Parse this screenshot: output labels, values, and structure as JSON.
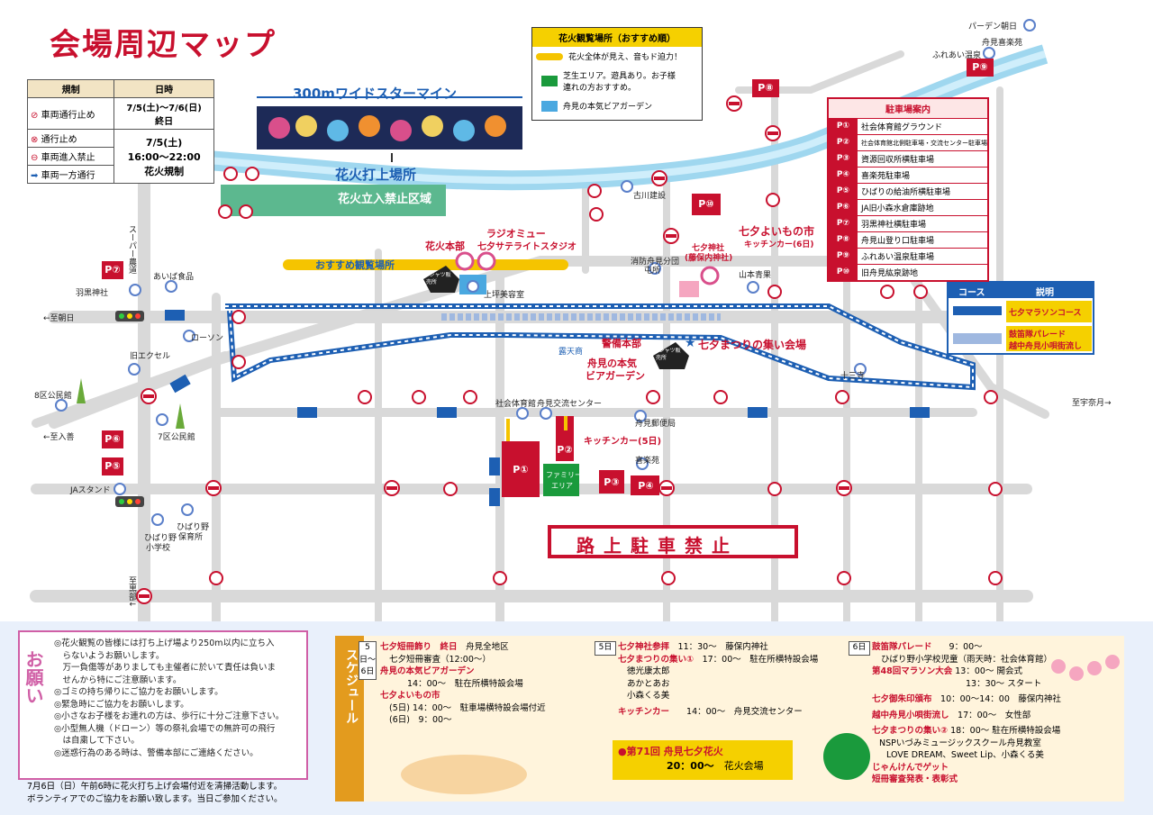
{
  "title": "会場周辺マップ",
  "legend": {
    "header_col1": "規制",
    "header_col2": "日時",
    "rows": [
      {
        "icon": "no-traffic-icon",
        "label": "車両通行止め"
      },
      {
        "icon": "road-closed-icon",
        "label": "通行止め"
      },
      {
        "icon": "no-entry-icon",
        "label": "車両進入禁止"
      },
      {
        "icon": "one-way-arrow-icon",
        "label": "車両一方通行"
      }
    ],
    "time1": "7/5(土)～7/6(日)",
    "time1b": "終日",
    "time2": "7/5(土)",
    "time2b": "16:00～22:00",
    "time2c": "花火規制"
  },
  "viewing": {
    "header": "花火観覧場所（おすすめ順）",
    "items": [
      {
        "color": "#f5c400",
        "text": "花火全体が見え、音もド迫力！"
      },
      {
        "color": "#1a9a3c",
        "text": "芝生エリア。遊具あり。お子様連れの方おすすめ。"
      },
      {
        "color": "#4aa8e0",
        "text": "舟見の本気ビアガーデン"
      }
    ]
  },
  "parking_list": {
    "header": "駐車場案内",
    "items": [
      {
        "id": "P①",
        "name": "社会体育館グラウンド"
      },
      {
        "id": "P②",
        "name": "社会体育館北側駐車場・交流センター駐車場"
      },
      {
        "id": "P③",
        "name": "資源回収所横駐車場"
      },
      {
        "id": "P④",
        "name": "喜楽苑駐車場"
      },
      {
        "id": "P⑤",
        "name": "ひばりの給油所横駐車場"
      },
      {
        "id": "P⑥",
        "name": "JA旧小森水倉庫跡地"
      },
      {
        "id": "P⑦",
        "name": "羽黒神社横駐車場"
      },
      {
        "id": "P⑧",
        "name": "舟見山登り口駐車場"
      },
      {
        "id": "P⑨",
        "name": "ふれあい温泉駐車場"
      },
      {
        "id": "P⑩",
        "name": "旧舟見紘泉跡地"
      }
    ]
  },
  "course_legend": {
    "col1": "コース",
    "col2": "説明",
    "row1": "七夕マラソンコース",
    "row2a": "鼓笛隊パレード",
    "row2b": "越中舟見小唄街流し"
  },
  "map_labels": {
    "starmine": "300mワイドスターマイン",
    "launch_site": "花火打上場所",
    "no_entry_zone": "花火立入禁止区域",
    "recommended": "おすすめ観覧場所",
    "hq": "花火本部",
    "radio": "ラジオミュー",
    "radio2": "七夕サテライトスタジオ",
    "tanabata_market": "七夕よいもの市",
    "kitchen6": "キッチンカー(6日)",
    "shrine": "七夕神社",
    "shrine2": "(藤保内神社)",
    "security_hq": "警備本部",
    "beer1": "舟見の本気",
    "beer2": "ビアガーデン",
    "gathering": "七夕まつりの集い会場",
    "kitchen5": "キッチンカー(5日)",
    "family1": "ファミリー",
    "family2": "エリア",
    "no_parking": "路上駐車禁止",
    "tshirt": "Tシャツ販売所",
    "rotenya": "露天商",
    "supermarket": "スーパー農道",
    "to_asahi": "←至朝日",
    "to_iriyoshi": "←至入善",
    "to_unazuki": "至宇奈月→",
    "to_kurobe": "至黒部↓",
    "places": {
      "parden": "パーデン朝日",
      "onsen": "ふれあい温泉",
      "kirakuen_top": "舟見喜楽苑",
      "furukawa": "古川建設",
      "fire": "消防舟見分団",
      "fire2": "屯所",
      "yamamoto": "山本青果",
      "aiba": "あいば食品",
      "haguro": "羽黒神社",
      "lawson": "ローソン",
      "excel": "旧エクセル",
      "kominkan8": "8区公民館",
      "kominkan7": "7区公民館",
      "ja": "JAスタンド",
      "hibari_school1": "ひばり野",
      "hibari_school2": "小学校",
      "hibari_nursery1": "ひばり野",
      "hibari_nursery2": "保育所",
      "gym": "社会体育館",
      "center": "舟見交流センター",
      "post": "舟見郵便局",
      "kirakuen": "喜楽苑",
      "jusanji": "十三寺",
      "uehira": "上坪美容室"
    }
  },
  "notes": {
    "heading": "お願い",
    "lines": [
      "◎花火観覧の皆様には打ち上げ場より250m以内に立ち入",
      "　らないようお願いします。",
      "　万一負傷等がありましても主催者に於いて責任は負いま",
      "　せんから特にご注意願います。",
      "◎ゴミの持ち帰りにご協力をお願いします。",
      "◎緊急時にご協力をお願いします。",
      "◎小さなお子様をお連れの方は、歩行に十分ご注意下さい。",
      "◎小型無人機（ドローン）等の祭礼会場での無許可の飛行",
      "　は自粛して下さい。",
      "◎迷惑行為のある時は、警備本部にご連絡ください。"
    ],
    "footer1": "7月6日（日）午前6時に花火打ち上げ会場付近を清掃活動します。",
    "footer2": "ボランティアでのご協力をお願い致します。当日ご参加ください。"
  },
  "schedule": {
    "label": "スケジュール",
    "col1_day": "5日〜6日",
    "col1": [
      {
        "title": "七夕短冊飾り",
        "time": "終日",
        "place": "舟見全地区"
      },
      {
        "title": "",
        "time": "七夕短冊審査（12:00～）",
        "place": ""
      },
      {
        "title": "舟見の本気ビアガーデン",
        "time": "",
        "place": ""
      },
      {
        "title": "",
        "time": "14：00～",
        "place": "駐在所横特設会場"
      },
      {
        "title": "七夕よいもの市",
        "time": "",
        "place": ""
      },
      {
        "title": "",
        "time": "(5日) 14：00～",
        "place": "駐車場横特設会場付近"
      },
      {
        "title": "",
        "time": "(6日)　9：00～",
        "place": ""
      }
    ],
    "col2_day": "5日",
    "col2": [
      {
        "title": "七夕神社参拝",
        "time": "11：30～",
        "place": "藤保内神社"
      },
      {
        "title": "七夕まつりの集い①",
        "time": "17：00～",
        "place": "駐在所横特設会場"
      },
      {
        "title": "",
        "time": "徳光康太郎",
        "place": ""
      },
      {
        "title": "",
        "time": "あかとあお",
        "place": ""
      },
      {
        "title": "",
        "time": "小森くる美",
        "place": ""
      },
      {
        "title": "キッチンカー",
        "time": "14：00～",
        "place": "舟見交流センター"
      }
    ],
    "fireworks_title": "●第71回 舟見七夕花火",
    "fireworks_time": "20：00～",
    "fireworks_place": "花火会場",
    "col3_day": "6日",
    "col3": [
      {
        "title": "鼓笛隊パレード",
        "time": "9：00～",
        "place": ""
      },
      {
        "title": "",
        "time": "ひばり野小学校児童",
        "place": "（雨天時：社会体育館）"
      },
      {
        "title": "第48回マラソン大会",
        "time": "13：00～",
        "place": "開会式"
      },
      {
        "title": "",
        "time": "13：30～",
        "place": "スタート"
      },
      {
        "title": "七夕御朱印頒布",
        "time": "10：00～14：00",
        "place": "藤保内神社"
      },
      {
        "title": "越中舟見小唄街流し",
        "time": "17：00～",
        "place": "女性部"
      },
      {
        "title": "七夕まつりの集い②",
        "time": "18：00～",
        "place": "駐在所横特設会場"
      },
      {
        "title": "",
        "time": "NSPいづみミュージックスクール舟見教室",
        "place": ""
      },
      {
        "title": "",
        "time": "LOVE DREAM、Sweet Lip、小森くる美",
        "place": ""
      },
      {
        "title": "",
        "time": "じゃんけんでゲット",
        "place": ""
      },
      {
        "title": "",
        "time": "短冊審査発表・表彰式",
        "place": ""
      }
    ]
  },
  "colors": {
    "road": "#d9d9d9",
    "river": "#9fd7ef",
    "red": "#c8102e",
    "orange": "#e39b1e",
    "pink": "#d05fa6",
    "course_blue": "#1d5fb3",
    "yellow": "#f5c400",
    "green": "#1a9a3c"
  }
}
